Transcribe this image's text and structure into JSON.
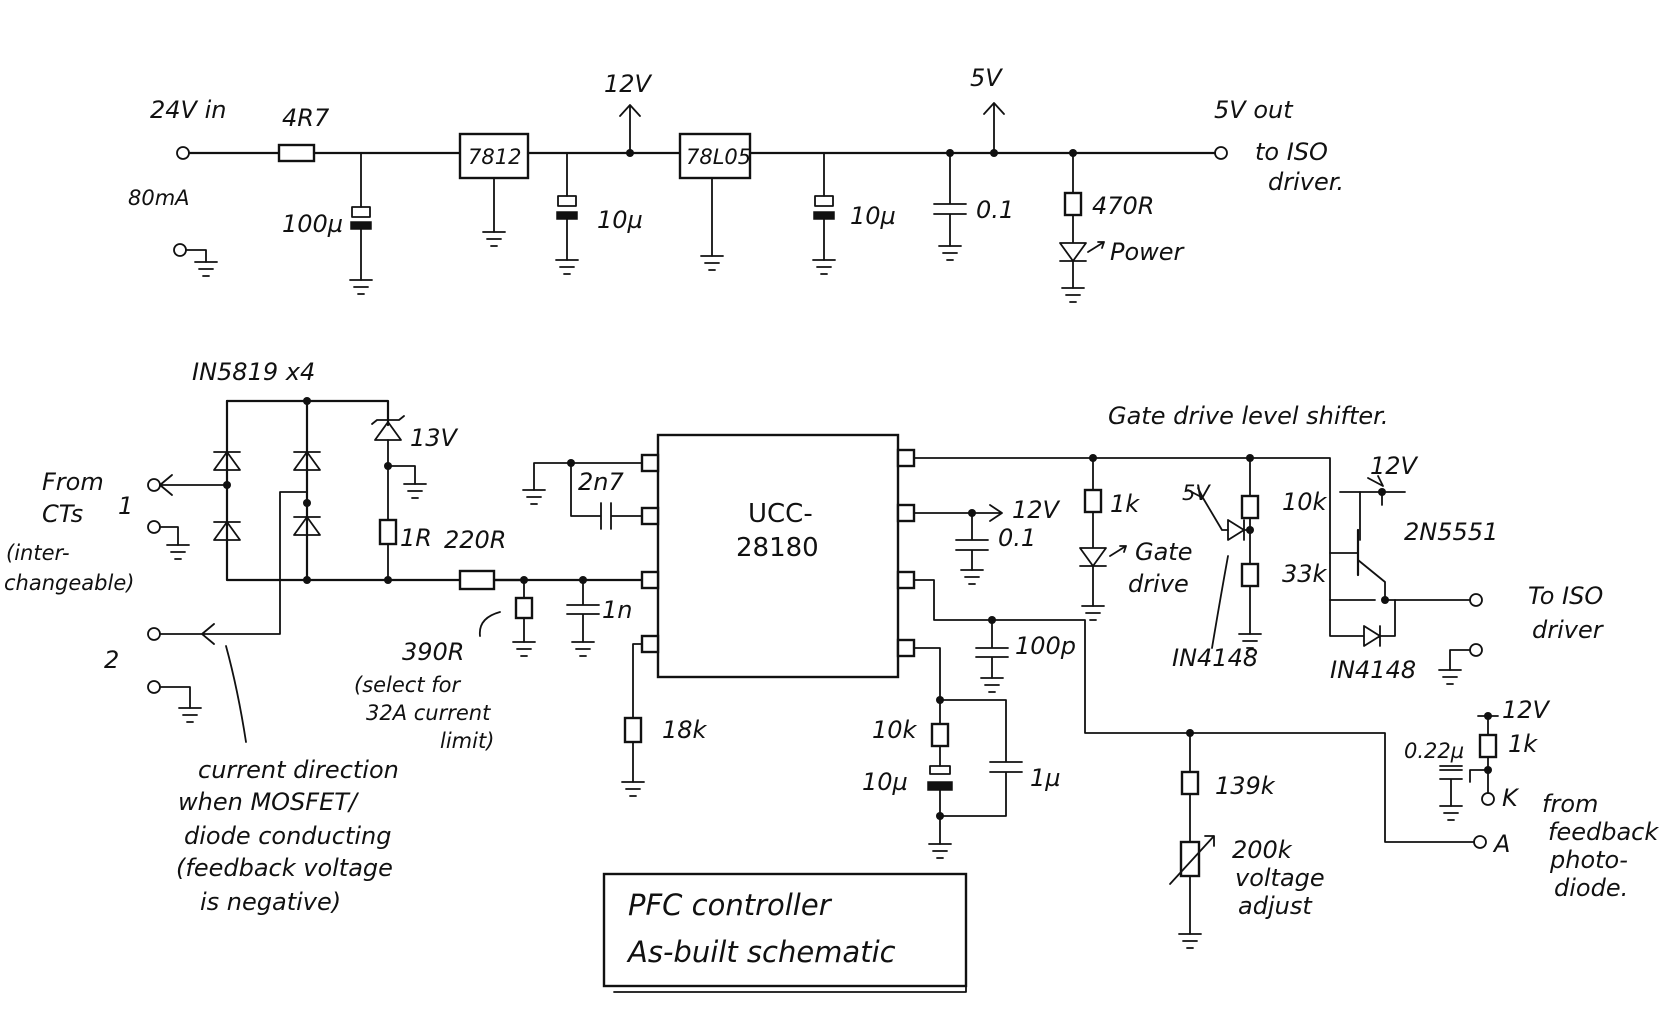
{
  "supply": {
    "input_label": "24V in",
    "input_current": "80mA",
    "fuse_resistor": "4R7",
    "bulk_cap": "100µ",
    "reg1": "7812",
    "rail_12v": "12V",
    "reg1_cap": "10µ",
    "reg2": "78L05",
    "reg2_cap": "10µ",
    "rail_5v": "5V",
    "decoupling_cap": "0.1",
    "led_resistor": "470R",
    "led_label": "Power",
    "output_label": "5V out",
    "output_dest_line1": "to ISO",
    "output_dest_line2": "driver."
  },
  "sensing": {
    "bridge_label": "IN5819 x4",
    "zener": "13V",
    "from_cts_line1": "From",
    "from_cts_line2": "CTs",
    "from_cts_line3": "(inter-",
    "from_cts_line4": "changeable)",
    "ct1_label": "1",
    "ct2_label": "2",
    "burden": "1R",
    "series_resistor": "220R",
    "limit_resistor": "390R",
    "limit_note_line1": "(select for",
    "limit_note_line2": "32A current",
    "limit_note_line3": "limit)",
    "filter_cap": "1n",
    "direction_note_line1": "current direction",
    "direction_note_line2": "when MOSFET/",
    "direction_note_line3": "diode conducting",
    "direction_note_line4": "(feedback voltage",
    "direction_note_line5": "is negative)"
  },
  "controller": {
    "chip_line1": "UCC-",
    "chip_line2": "28180",
    "cap_2n7": "2n7",
    "vcc_label": "12V",
    "vcc_cap": "0.1",
    "r_18k": "18k",
    "cap_100p": "100p",
    "comp_r": "10k",
    "comp_c1": "10µ",
    "comp_c2": "1µ"
  },
  "gate_drive": {
    "title": "Gate drive level shifter.",
    "r_1k": "1k",
    "led_label_line1": "Gate",
    "led_label_line2": "drive",
    "rail_5v": "5V",
    "r_10k": "10k",
    "r_33k": "33k",
    "diode1": "IN4148",
    "rail_12v": "12V",
    "transistor": "2N5551",
    "diode2": "IN4148",
    "out_line1": "To ISO",
    "out_line2": "driver"
  },
  "feedback": {
    "r_139k": "139k",
    "pot": "200k",
    "pot_note_line1": "voltage",
    "pot_note_line2": "adjust",
    "rail_12v": "12V",
    "cap": "0.22µ",
    "r_1k": "1k",
    "k_label": "K",
    "a_label": "A",
    "note_line1": "from",
    "note_line2": "feedback",
    "note_line3": "photo-",
    "note_line4": "diode."
  },
  "title_block": {
    "line1": "PFC controller",
    "line2": "As-built schematic"
  }
}
